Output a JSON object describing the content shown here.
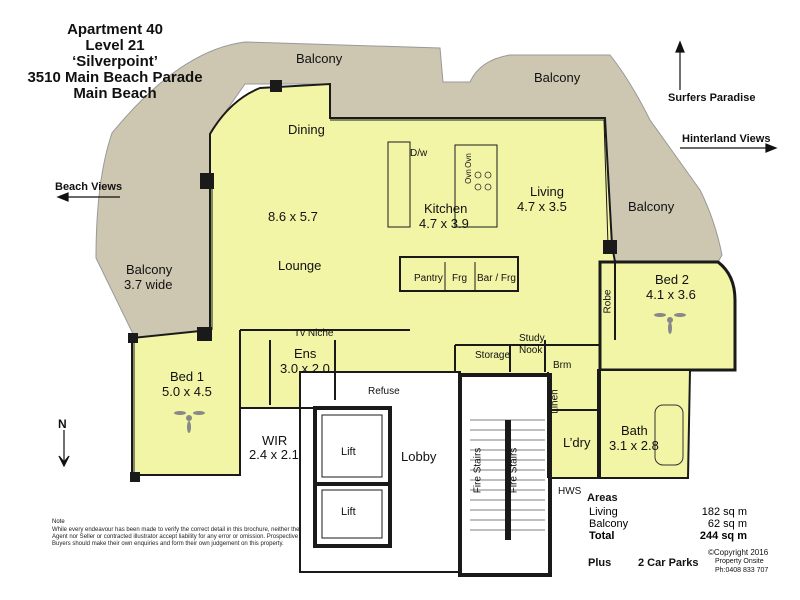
{
  "header": {
    "line1": "Apartment 40",
    "line2": "Level 21",
    "line3": "‘Silverpoint’",
    "line4": "3510 Main Beach Parade",
    "line5": "Main Beach"
  },
  "directions": {
    "surfers": "Surfers Paradise",
    "hinterland": "Hinterland Views",
    "beach": "Beach Views",
    "north": "N"
  },
  "rooms": {
    "balcony_top_left": "Balcony",
    "balcony_top_right": "Balcony",
    "balcony_right": "Balcony",
    "balcony_left": "Balcony",
    "balcony_left_wide": "3.7 wide",
    "dining": "Dining",
    "dining_dim": "8.6 x 5.7",
    "lounge": "Lounge",
    "dw": "D/w",
    "oven1": "Ovn",
    "oven2": "Ovn",
    "kitchen": "Kitchen",
    "kitchen_dim": "4.7 x 3.9",
    "living": "Living",
    "living_dim": "4.7 x 3.5",
    "pantry": "Pantry",
    "frg": "Frg",
    "bar_frg": "Bar / Frg",
    "bed2": "Bed 2",
    "bed2_dim": "4.1 x 3.6",
    "robe": "Robe",
    "tv_niche": "Tv Niche",
    "ens": "Ens",
    "ens_dim": "3.0 x 2.0",
    "bed1": "Bed 1",
    "bed1_dim": "5.0 x 4.5",
    "refuse": "Refuse",
    "storage": "Storage",
    "study": "Study",
    "nook": "Nook",
    "brm": "Brm",
    "linen": "Linen",
    "ldry": "L’dry",
    "bath": "Bath",
    "bath_dim": "3.1 x 2.8",
    "wir": "WIR",
    "wir_dim": "2.4 x 2.1",
    "lift1": "Lift",
    "lift2": "Lift",
    "lobby": "Lobby",
    "fire_stairs1": "Fire Stairs",
    "fire_stairs2": "Fire Stairs",
    "hws": "HWS"
  },
  "areas": {
    "title": "Areas",
    "rows": [
      {
        "label": "Living",
        "value": "182 sq m"
      },
      {
        "label": "Balcony",
        "value": "62 sq m"
      },
      {
        "label": "Total",
        "value": "244 sq m"
      }
    ],
    "plus": "Plus",
    "parks": "2 Car Parks"
  },
  "note": {
    "title": "Note",
    "text": "While every endeavour has been made to verify the correct detail in this brochure, neither the Agent nor Seller or contracted illustrator accept liability for any error or omission. Prospective Buyers should make their own enquiries and form their own judgement on this property."
  },
  "copyright": {
    "line1": "©Copyright 2016",
    "line2": "Property Onsite",
    "line3": "Ph:0408 833 707"
  },
  "colors": {
    "floor": "#f2f5a6",
    "balcony": "#cdc6b1",
    "wall": "#1a1a1a"
  }
}
